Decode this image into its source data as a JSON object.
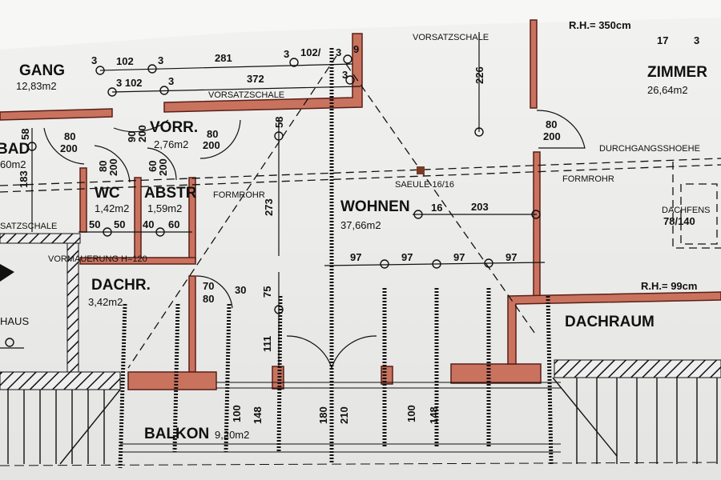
{
  "colors": {
    "wall": "#c9735f",
    "wall_border": "#5a1e16",
    "line": "#111111",
    "paper": "#ececea"
  },
  "rooms": {
    "gang": {
      "name": "GANG",
      "area": "12,83m2"
    },
    "bad": {
      "name": "BAD",
      "area": "60m2"
    },
    "vorr": {
      "name": "VORR.",
      "area": "2,76m2"
    },
    "wc": {
      "name": "WC",
      "area": "1,42m2"
    },
    "abstr": {
      "name": "ABSTR",
      "area": "1,59m2"
    },
    "dachr": {
      "name": "DACHR.",
      "area": "3,42m2"
    },
    "wohnen": {
      "name": "WOHNEN",
      "area": "37,66m2"
    },
    "zimmer": {
      "name": "ZIMMER",
      "area": "26,64m2"
    },
    "dachraum": {
      "name": "DACHRAUM"
    },
    "balkon": {
      "name": "BALKON",
      "area": "9,20m2"
    },
    "haus": {
      "name": "HAUS"
    }
  },
  "notes": {
    "vorsatzschale_top": "VORSATZSCHALE",
    "vorsatzschale_gang": "VORSATZSCHALE",
    "vorsatzschale_bad": "SATZSCHALE",
    "formrohr_left": "FORMROHR",
    "formrohr_right": "FORMROHR",
    "vormauerung": "VORMAUERUNG H=120",
    "saeule": "SAEULE 16/16",
    "durchgang": "DURCHGANGSSHOEHE",
    "dachfenster": "DACHFENS",
    "dachfenster_size": "78/140",
    "rh_high": "R.H.= 350cm",
    "rh_low": "R.H.= 99cm"
  },
  "dims": {
    "top_row": [
      "3",
      "102",
      "3",
      "281",
      "3",
      "102/",
      "3",
      "9"
    ],
    "second_row": [
      "3 102",
      "3",
      "372",
      "3"
    ],
    "bad_58": "58",
    "bad_183": "183",
    "door_bad": [
      "80",
      "200"
    ],
    "door_vorr_left": [
      "90",
      "200"
    ],
    "door_vorr_right": [
      "80",
      "200"
    ],
    "door_wc": [
      "80",
      "200"
    ],
    "door_abstr": [
      "60",
      "200"
    ],
    "wc_split": [
      "50",
      "50"
    ],
    "abstr_split": [
      "40",
      "60"
    ],
    "dim_58": "58",
    "dim_273": "273",
    "door_dachr": [
      "70",
      "80"
    ],
    "dim_30": "30",
    "dim_75": "75",
    "dim_111": "111",
    "dim_226": "226",
    "door_zimmer": [
      "80",
      "200"
    ],
    "zimmer_top": [
      "17",
      "3"
    ],
    "saeule_16": "16",
    "dim_203": "203",
    "window_spacing": [
      "97",
      "97",
      "97",
      "97"
    ],
    "balkon_heights": [
      "100",
      "148",
      "180",
      "210",
      "100",
      "148"
    ]
  }
}
